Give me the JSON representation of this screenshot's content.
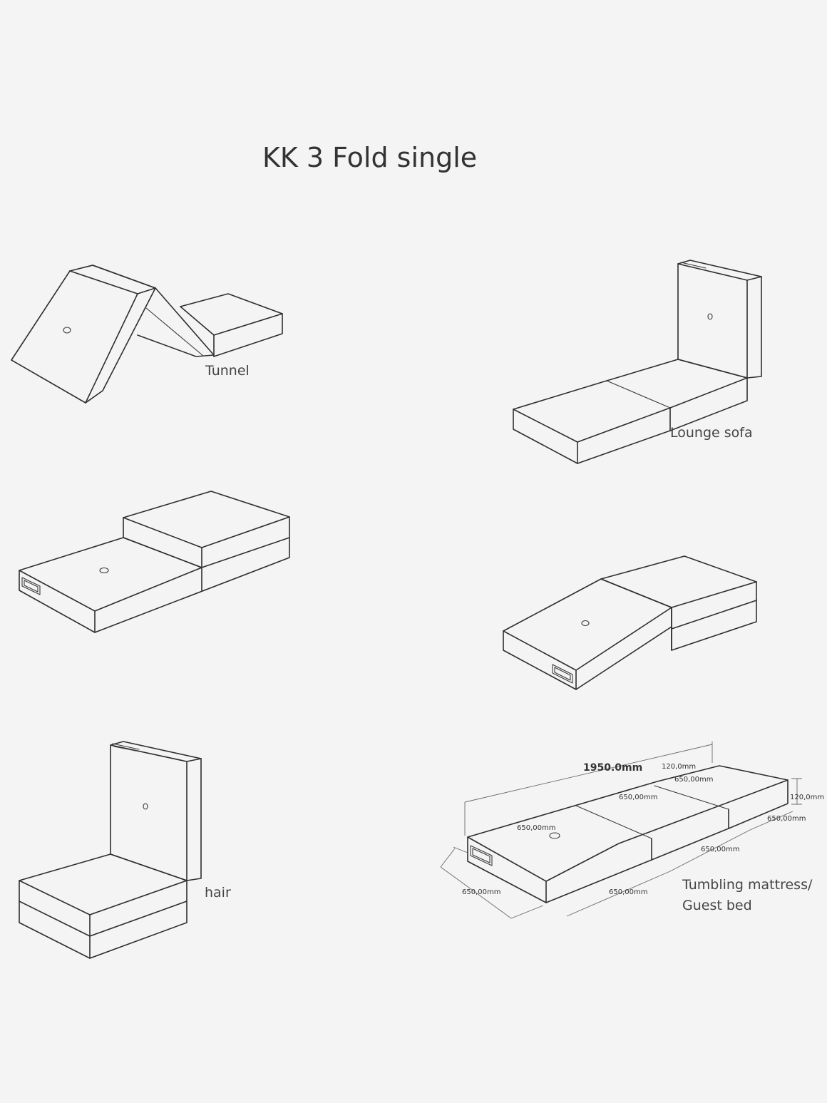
{
  "title": "KK 3 Fold single",
  "labels": {
    "tunnel": "Tunnel",
    "lounge_sofa": "Lounge sofa",
    "chair": "hair",
    "tumbling_line1": "Tumbling mattress/",
    "tumbling_line2": "Guest bed"
  },
  "dimensions": {
    "total_length": "1950.0mm",
    "thickness_top": "120,0mm",
    "thickness_side": "120,0mm",
    "panel_top_1": "650,00mm",
    "panel_top_2": "650,00mm",
    "panel_top_3": "650,00mm",
    "side_right": "650,00mm",
    "bottom_right": "650,00mm",
    "bottom_mid": "650,00mm",
    "bottom_left": "650,00mm"
  }
}
